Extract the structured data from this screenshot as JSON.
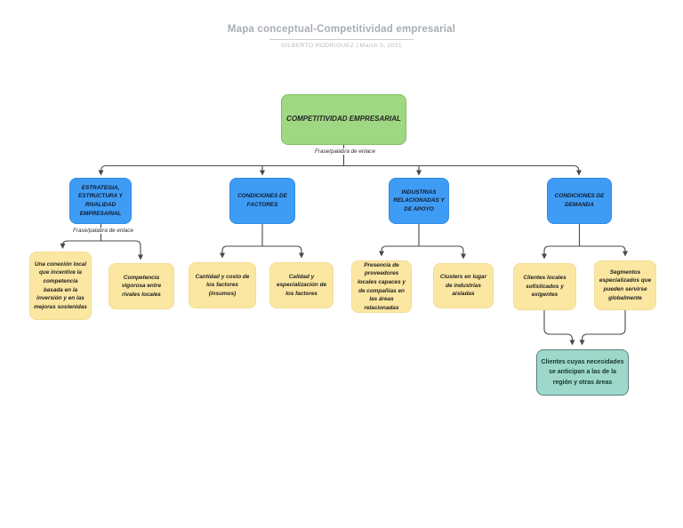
{
  "page": {
    "title": "Mapa conceptual-Competitividad empresarial",
    "byline": "GILBERTO RODRIGUEZ | March 5, 2021"
  },
  "edge_labels": {
    "root": "Frase/palabra de enlace",
    "branch1": "Frase/palabra de enlace"
  },
  "nodes": {
    "root": "COMPETITIVIDAD EMPRESARIAL",
    "cat1": "ESTRATEGIA, ESTRUCTURA Y RIVALIDAD EMPRESARIAL",
    "cat2": "CONDICIONES DE FACTORES",
    "cat3": "INDUSTRIAS RELACIONADAS Y DE APOYO",
    "cat4": "CONDICIONES DE DEMANDA",
    "det1": "Una conexión local que incentive la competencia basada en la inversión y en las mejoras sostenidas",
    "det2": "Competencia vigorosa entre rivales locales",
    "det3": "Cantidad y costo de los factores (insumos)",
    "det4": "Calidad y especialización de los factores",
    "det5": "Presencia de proveedores locales capaces y de compañías en las áreas relacionadas",
    "det6": "Clusters en lugar de industrias aisladas",
    "det7": "Clientes locales sofisticados y exigentes",
    "det8": "Segmentos especializados que pueden servirse globalmente",
    "outcome": "Clientes cuyas necesidades se anticipan a las de la región y otras áreas"
  },
  "colors": {
    "root_fill": "#9fd883",
    "category_fill": "#3f9cf5",
    "detail_fill": "#fce7a2",
    "outcome_fill": "#9ed8ca",
    "connector": "#484848"
  }
}
